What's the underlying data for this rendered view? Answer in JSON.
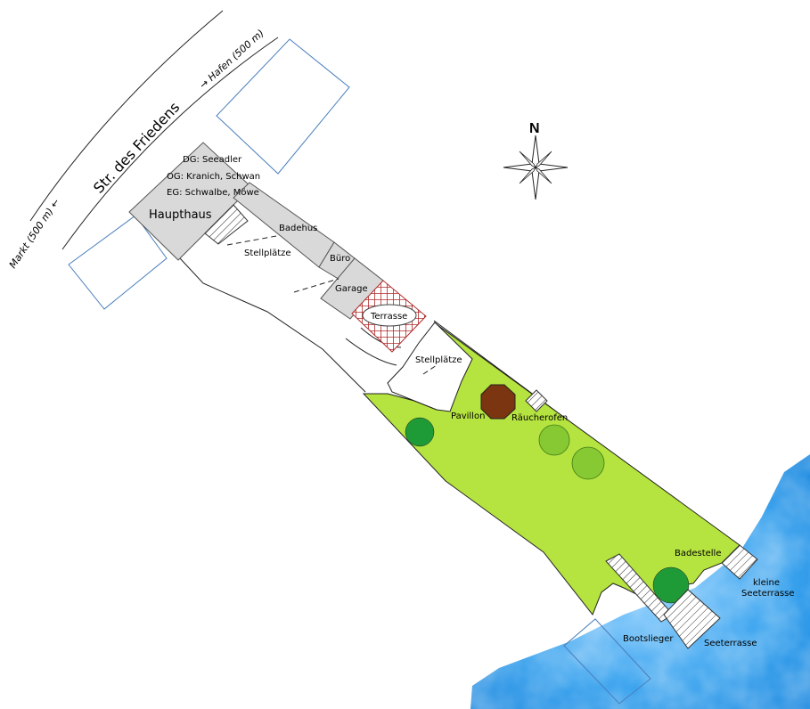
{
  "colors": {
    "lawn": "#b5e33f",
    "water": "#2f9be8",
    "building": "#d9d9d9",
    "tree_dark": "#1e9b37",
    "tree_light": "#86c932",
    "pavilion": "#7b3510",
    "terrace_grid": "#b02a2a",
    "parcel_outline": "#4a7ebb"
  },
  "street": {
    "name": "Str. des Friedens",
    "market": "Markt (500 m) ←",
    "harbour": "→ Hafen (500 m)"
  },
  "compass": {
    "label": "N"
  },
  "buildings": {
    "main_house": "Haupthaus",
    "floor_dg": "DG: Seeadler",
    "floor_og": "OG: Kranich, Schwan",
    "floor_eg": "EG: Schwalbe, Möwe",
    "bath_house": "Badehus",
    "office": "Büro",
    "garage": "Garage"
  },
  "grounds": {
    "parking_1": "Stellplätze",
    "parking_2": "Stellplätze",
    "terrace": "Terrasse",
    "pavilion": "Pavillon",
    "smoker": "Räucherofen",
    "bathing_spot": "Badestelle",
    "small_lake_terrace_1": "kleine",
    "small_lake_terrace_2": "Seeterrasse",
    "lake_terrace": "Seeterrasse",
    "boat_berth": "Bootslieger"
  }
}
